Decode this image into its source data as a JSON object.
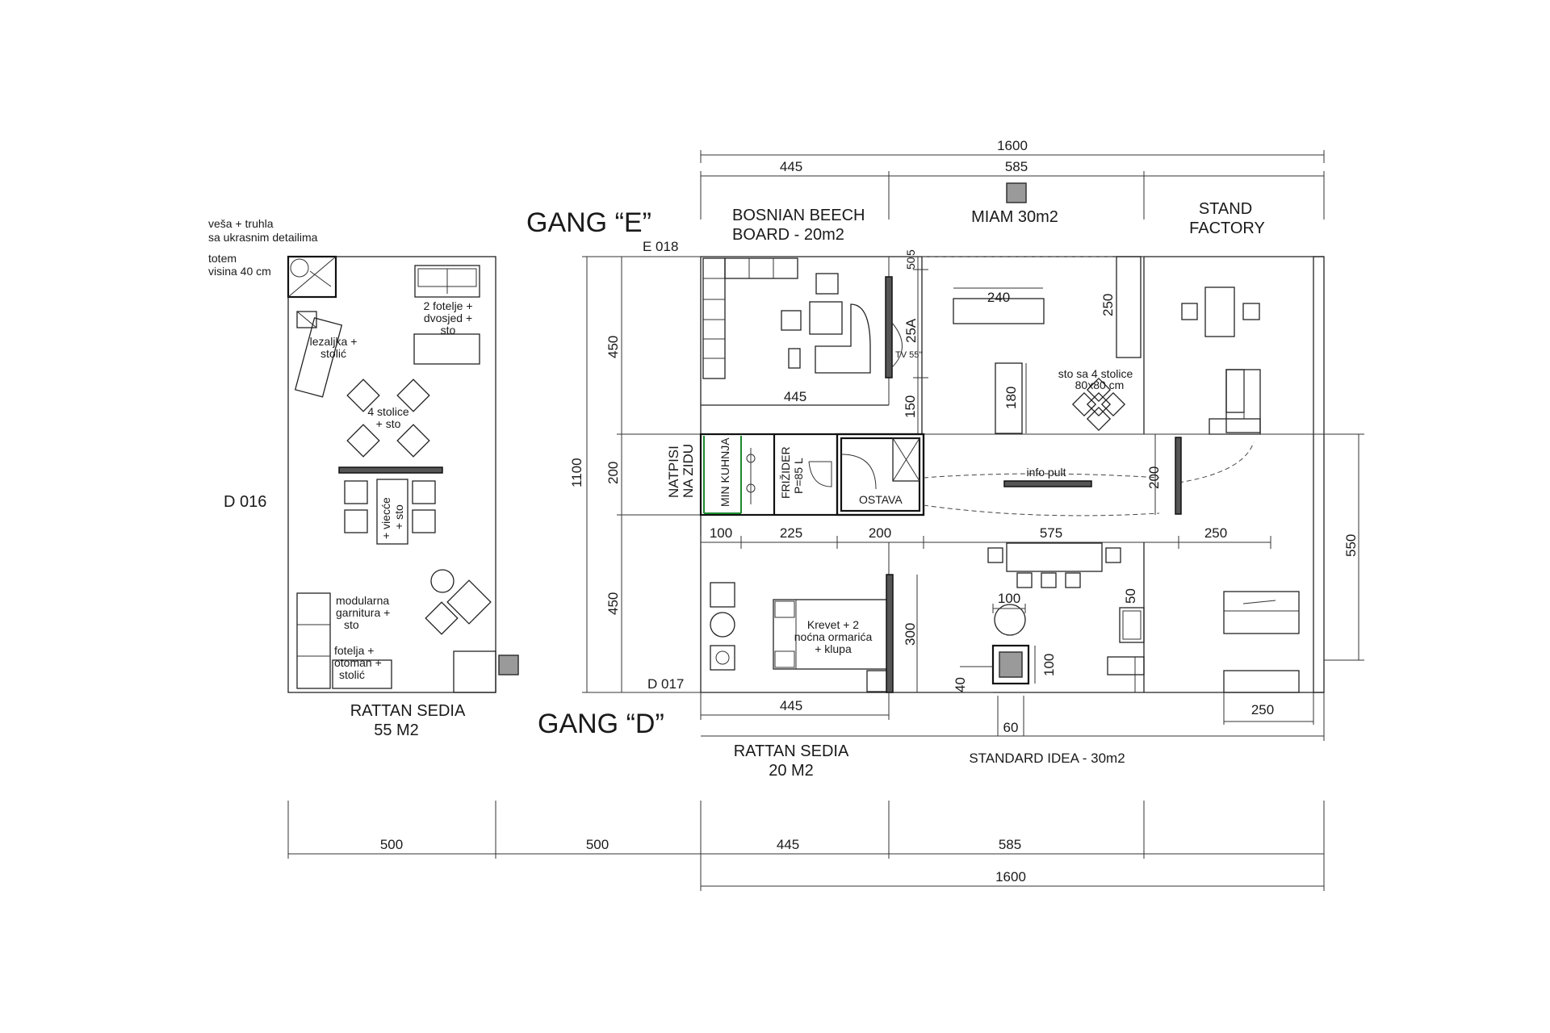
{
  "dimensions": {
    "top_total": "1600",
    "top_b1": "445",
    "top_b2": "585",
    "bottom_500a": "500",
    "bottom_500b": "500",
    "bottom_445": "445",
    "bottom_585": "585",
    "bottom_total": "1600",
    "left_1100": "1100",
    "left_450_top": "450",
    "left_200": "200",
    "left_450_bottom": "450",
    "bosnian_445": "445",
    "bosnian_50": "50",
    "bosnian_5": "5",
    "bosnian_150": "150",
    "wall_250A": "25A",
    "tv_label": "TV 55\"",
    "miam_240": "240",
    "miam_250": "250",
    "miam_180": "180",
    "corr_100": "100",
    "corr_225": "225",
    "corr_200": "200",
    "corr_575": "575",
    "corr_250": "250",
    "corr_200b": "200",
    "right_550": "550",
    "rattan_445": "445",
    "rattan_300": "300",
    "std_100a": "100",
    "std_100b": "100",
    "std_40": "40",
    "std_60": "60",
    "std_50": "50",
    "std_250": "250"
  },
  "labels": {
    "gang_e": "GANG “E”",
    "gang_d": "GANG “D”",
    "e018": "E 018",
    "d017": "D 017",
    "d016": "D 016",
    "bosnian_l1": "BOSNIAN BEECH",
    "bosnian_l2": "BOARD - 20m2",
    "miam": "MIAM 30m2",
    "stand_l1": "STAND",
    "stand_l2": "FACTORY",
    "rattan20_l1": "RATTAN SEDIA",
    "rattan20_l2": "20 M2",
    "standard_idea": "STANDARD IDEA - 30m2",
    "rattan55_l1": "RATTAN SEDIA",
    "rattan55_l2": "55 M2",
    "natpisi_l1": "NATPISI",
    "natpisi_l2": "NA ZIDU",
    "mini_kuhinja": "MIN KUHNJA",
    "frizider_l1": "FRIŽIDER",
    "frizider_l2": "P=85 L",
    "ostava": "OSTAVA",
    "info_pult": "info pult",
    "sto_stolice_l1": "sto sa 4 stolice",
    "sto_stolice_l2": "80x80 cm",
    "krevet_l1": "Krevet + 2",
    "krevet_l2": "noćna ormarića",
    "krevet_l3": "+ klupa",
    "vesa_l1": "veša + truhla",
    "vesa_l2": "sa ukrasnim detailima",
    "totem_l1": "totem",
    "totem_l2": "visina 40 cm",
    "fotelje_l1": "2 fotelje +",
    "fotelje_l2": "dvosjed +",
    "fotelje_l3": "sto",
    "lezaljka_l1": "lezaljka +",
    "lezaljka_l2": "stolić",
    "stolice4_l1": "4 stolice",
    "stolice4_l2": "+ sto",
    "vitrine_l1": "+ viecće",
    "vitrine_l2": "+ sto",
    "modularna_l1": "modularna",
    "modularna_l2": "garnitura +",
    "modularna_l3": "sto",
    "fotelja_l1": "fotelja +",
    "fotelja_l2": "otoman +",
    "fotelja_l3": "stolić"
  },
  "colors": {
    "line": "#222222",
    "accent_green": "#1b8a2e",
    "grey_fill": "#9a9a9a"
  }
}
